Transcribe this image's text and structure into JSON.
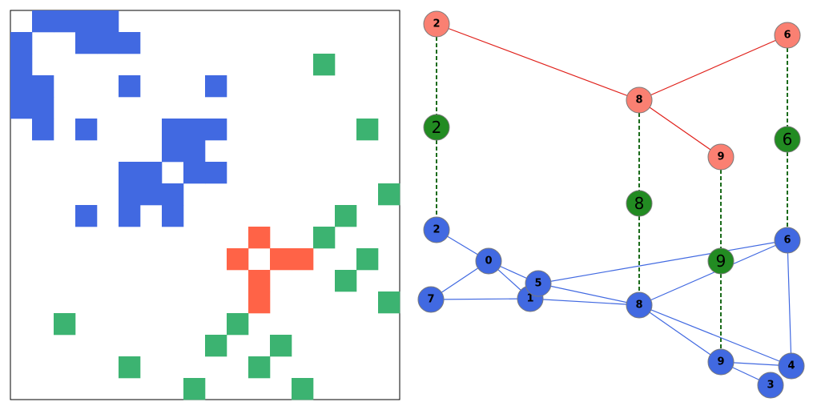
{
  "colors": {
    "blue": "#4169e1",
    "green": "#3cb371",
    "red": "#ff6347",
    "salmon": "#fa8072",
    "darkgreen": "#228b22",
    "blue_edge": "#4169e1",
    "red_edge": "#e0201a",
    "dashed": "#1a6b1a",
    "node_stroke": "#7a7a7a"
  },
  "matrix": {
    "size": 18,
    "blue": [
      [
        0,
        1
      ],
      [
        0,
        2
      ],
      [
        0,
        3
      ],
      [
        0,
        4
      ],
      [
        1,
        0
      ],
      [
        1,
        3
      ],
      [
        1,
        4
      ],
      [
        1,
        5
      ],
      [
        2,
        0
      ],
      [
        3,
        0
      ],
      [
        3,
        1
      ],
      [
        3,
        5
      ],
      [
        3,
        9
      ],
      [
        4,
        0
      ],
      [
        4,
        1
      ],
      [
        5,
        1
      ],
      [
        5,
        3
      ],
      [
        5,
        7
      ],
      [
        5,
        8
      ],
      [
        5,
        9
      ],
      [
        6,
        7
      ],
      [
        6,
        8
      ],
      [
        7,
        5
      ],
      [
        7,
        6
      ],
      [
        7,
        8
      ],
      [
        7,
        9
      ],
      [
        8,
        5
      ],
      [
        8,
        6
      ],
      [
        8,
        7
      ],
      [
        9,
        3
      ],
      [
        9,
        5
      ],
      [
        9,
        7
      ]
    ],
    "green": [
      [
        2,
        14
      ],
      [
        5,
        16
      ],
      [
        8,
        17
      ],
      [
        9,
        15
      ],
      [
        10,
        14
      ],
      [
        11,
        16
      ],
      [
        12,
        15
      ],
      [
        13,
        17
      ],
      [
        14,
        2
      ],
      [
        14,
        10
      ],
      [
        15,
        9
      ],
      [
        15,
        12
      ],
      [
        16,
        5
      ],
      [
        16,
        11
      ],
      [
        17,
        8
      ],
      [
        17,
        13
      ]
    ],
    "red": [
      [
        10,
        11
      ],
      [
        11,
        10
      ],
      [
        11,
        12
      ],
      [
        11,
        13
      ],
      [
        12,
        11
      ],
      [
        13,
        11
      ]
    ]
  },
  "graph": {
    "red_nodes": [
      {
        "id": "2",
        "label": "2"
      },
      {
        "id": "6",
        "label": "6"
      },
      {
        "id": "8",
        "label": "8"
      },
      {
        "id": "9",
        "label": "9"
      }
    ],
    "red_edges": [
      [
        "2",
        "8"
      ],
      [
        "6",
        "8"
      ],
      [
        "8",
        "9"
      ]
    ],
    "green_nodes": [
      {
        "id": "2",
        "label": "2"
      },
      {
        "id": "6",
        "label": "6"
      },
      {
        "id": "8",
        "label": "8"
      },
      {
        "id": "9",
        "label": "9"
      }
    ],
    "blue_nodes": [
      {
        "id": "0",
        "label": "0"
      },
      {
        "id": "1",
        "label": "1"
      },
      {
        "id": "2",
        "label": "2"
      },
      {
        "id": "3",
        "label": "3"
      },
      {
        "id": "4",
        "label": "4"
      },
      {
        "id": "5",
        "label": "5"
      },
      {
        "id": "6",
        "label": "6"
      },
      {
        "id": "7",
        "label": "7"
      },
      {
        "id": "8",
        "label": "8"
      },
      {
        "id": "9",
        "label": "9"
      }
    ],
    "blue_edges": [
      [
        "2",
        "0"
      ],
      [
        "0",
        "7"
      ],
      [
        "0",
        "5"
      ],
      [
        "0",
        "1"
      ],
      [
        "7",
        "1"
      ],
      [
        "1",
        "8"
      ],
      [
        "5",
        "8"
      ],
      [
        "5",
        "6"
      ],
      [
        "8",
        "6"
      ],
      [
        "8",
        "9"
      ],
      [
        "8",
        "4"
      ],
      [
        "9",
        "4"
      ],
      [
        "9",
        "3"
      ],
      [
        "6",
        "4"
      ]
    ],
    "dashed_links": [
      [
        "2",
        "2",
        "2"
      ],
      [
        "6",
        "6",
        "6"
      ],
      [
        "8",
        "8",
        "8"
      ],
      [
        "9",
        "9",
        "9"
      ]
    ]
  }
}
